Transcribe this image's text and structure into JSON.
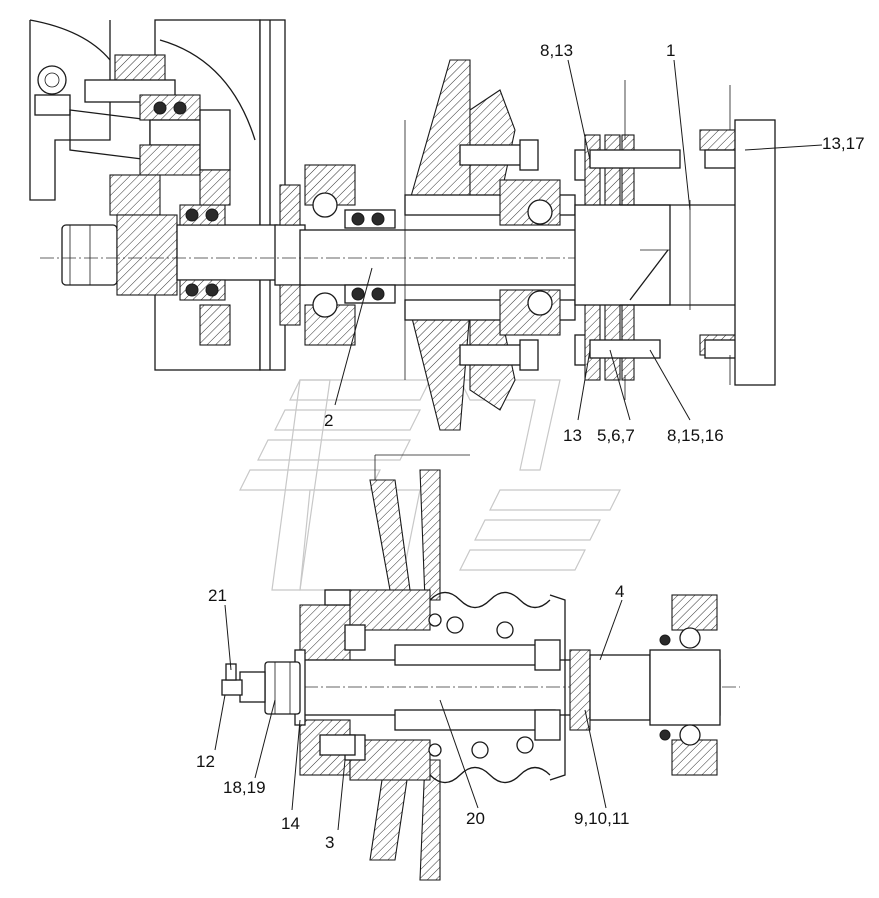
{
  "diagram": {
    "callouts": {
      "c1": "1",
      "c2": "2",
      "c3": "3",
      "c4": "4",
      "c8_13": "8,13",
      "c13_17": "13,17",
      "c13": "13",
      "c5_6_7": "5,6,7",
      "c8_15_16": "8,15,16",
      "c21": "21",
      "c12": "12",
      "c18_19": "18,19",
      "c14": "14",
      "c20": "20",
      "c9_10_11": "9,10,11"
    }
  }
}
